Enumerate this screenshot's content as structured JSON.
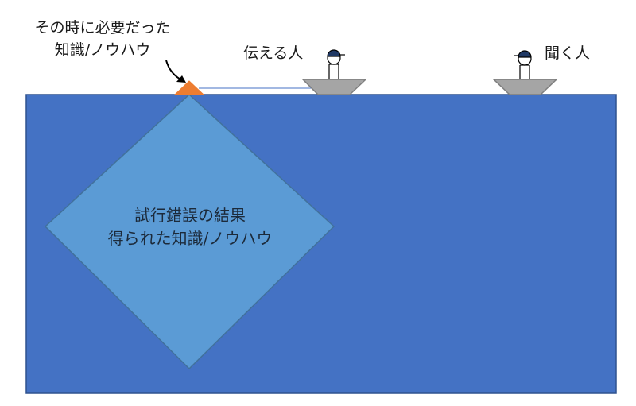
{
  "labels": {
    "tip_line1": "その時に必要だった",
    "tip_line2": "知識/ノウハウ",
    "teller": "伝える人",
    "listener": "聞く人",
    "body_line1": "試行錯誤の結果",
    "body_line2": "得られた知識/ノウハウ"
  },
  "colors": {
    "sea": "#4472C4",
    "sea_border": "#2F528F",
    "iceberg": "#5B9BD5",
    "iceberg_border": "#41719C",
    "tip": "#ED7D31",
    "boat": "#A5A5A5",
    "boat_border": "#7F7F7F",
    "connector": "#4472C4",
    "cap": "#1F3864"
  }
}
